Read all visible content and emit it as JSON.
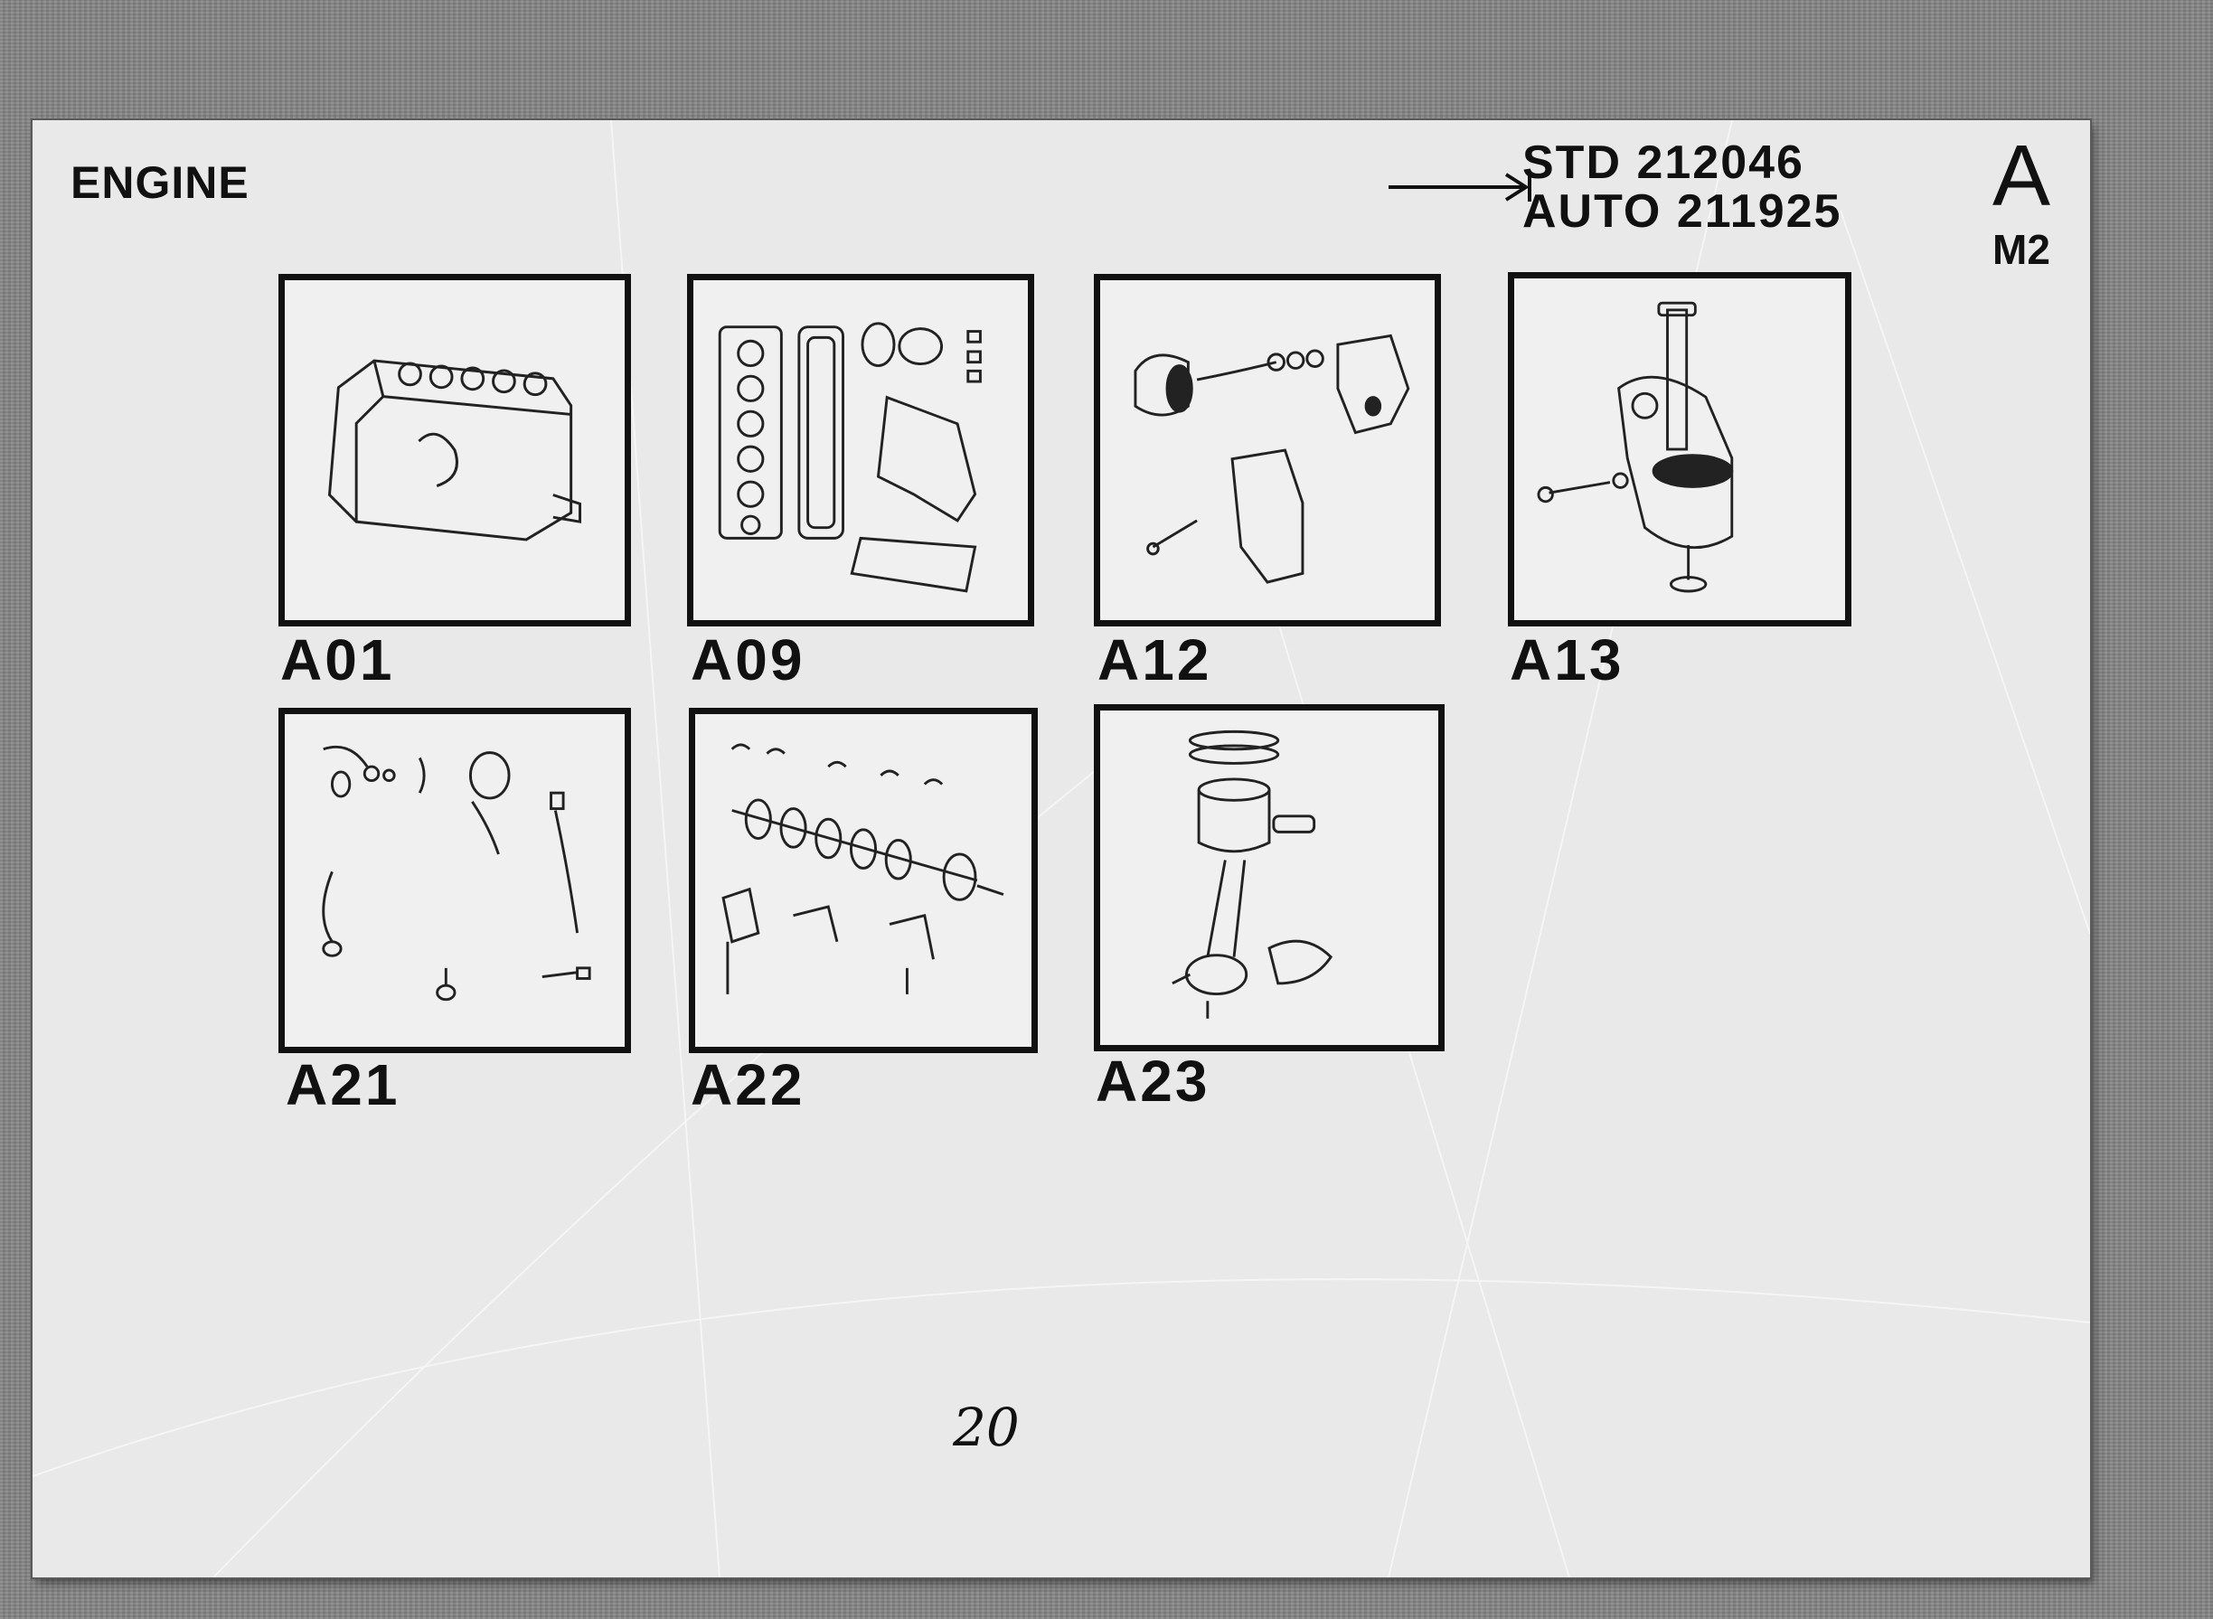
{
  "card": {
    "heading": "ENGINE",
    "reference": {
      "line1": "STD 212046",
      "line2": "AUTO 211925"
    },
    "section": {
      "letter": "A",
      "sub": "M2"
    },
    "page_number": "20"
  },
  "groups": [
    {
      "code": "A01",
      "icon": "engine-block-icon"
    },
    {
      "code": "A09",
      "icon": "gasket-set-icon"
    },
    {
      "code": "A12",
      "icon": "engine-mounting-icon"
    },
    {
      "code": "A13",
      "icon": "mounting-bracket-icon"
    },
    {
      "code": "A21",
      "icon": "cylinder-block-fittings-icon"
    },
    {
      "code": "A22",
      "icon": "crankshaft-icon"
    },
    {
      "code": "A23",
      "icon": "piston-conrod-icon"
    }
  ],
  "colors": {
    "ink": "#111111",
    "card": "#e9e9e9",
    "backdrop": "#858585"
  }
}
